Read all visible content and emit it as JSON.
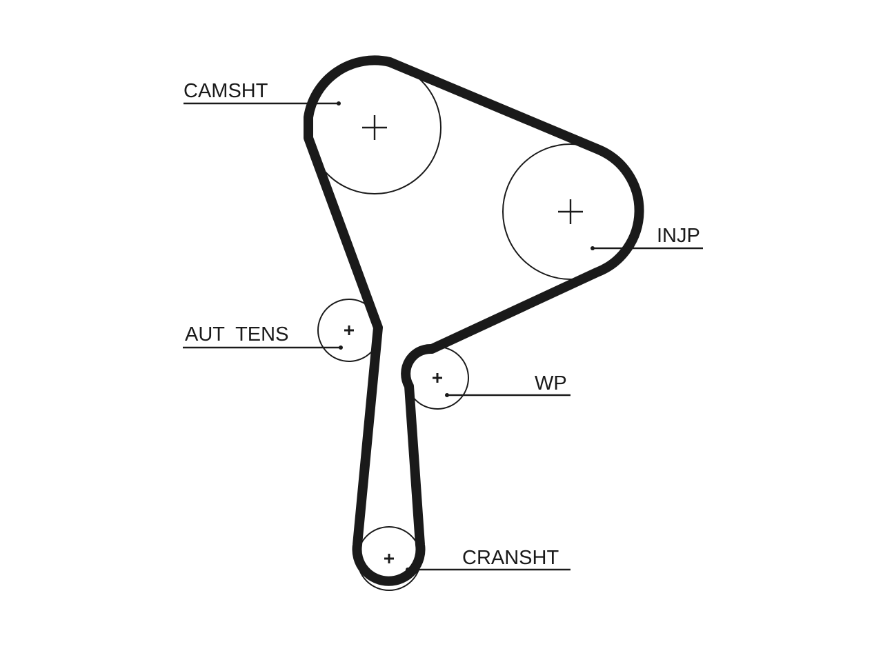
{
  "diagram": {
    "labels": {
      "camshaft": "CAMSHT",
      "injection_pump": "INJP",
      "auto_tensioner": "AUT  TENS",
      "water_pump": "WP",
      "crankshaft": "CRANSHT"
    },
    "colors": {
      "line": "#1a1a1a",
      "background": "#ffffff"
    }
  }
}
